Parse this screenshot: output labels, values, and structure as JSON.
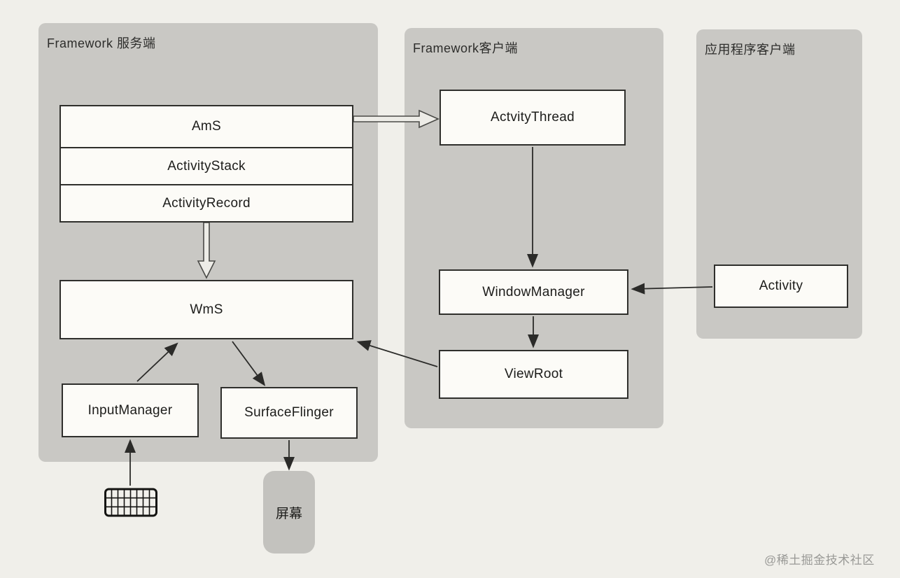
{
  "watermark": "@稀土掘金技术社区",
  "panels": {
    "server": {
      "label": "Framework 服务端"
    },
    "client": {
      "label": "Framework客户端"
    },
    "app": {
      "label": "应用程序客户端"
    }
  },
  "nodes": {
    "ams": "AmS",
    "activity_stack": "ActivityStack",
    "activity_record": "ActivityRecord",
    "wms": "WmS",
    "input_manager": "InputManager",
    "surface_flinger": "SurfaceFlinger",
    "activity_thread": "ActvityThread",
    "window_manager": "WindowManager",
    "view_root": "ViewRoot",
    "activity": "Activity",
    "screen": "屏幕",
    "keyboard_icon": "keyboard-icon"
  },
  "edges": [
    {
      "from": "AmS",
      "to": "ActvityThread",
      "type": "hollow-arrow"
    },
    {
      "from": "ActivityRecord",
      "to": "WmS",
      "type": "hollow-arrow"
    },
    {
      "from": "ActvityThread",
      "to": "WindowManager",
      "type": "arrow"
    },
    {
      "from": "WindowManager",
      "to": "ViewRoot",
      "type": "arrow"
    },
    {
      "from": "Activity",
      "to": "WindowManager",
      "type": "arrow"
    },
    {
      "from": "ViewRoot",
      "to": "WmS",
      "type": "arrow"
    },
    {
      "from": "InputManager",
      "to": "WmS",
      "type": "arrow"
    },
    {
      "from": "WmS",
      "to": "SurfaceFlinger",
      "type": "arrow"
    },
    {
      "from": "keyboard",
      "to": "InputManager",
      "type": "arrow"
    },
    {
      "from": "SurfaceFlinger",
      "to": "屏幕",
      "type": "arrow"
    }
  ],
  "colors": {
    "page_bg": "#f0efea",
    "panel_bg": "#c9c8c4",
    "node_bg": "#fcfbf7",
    "border": "#2f2f2c"
  }
}
